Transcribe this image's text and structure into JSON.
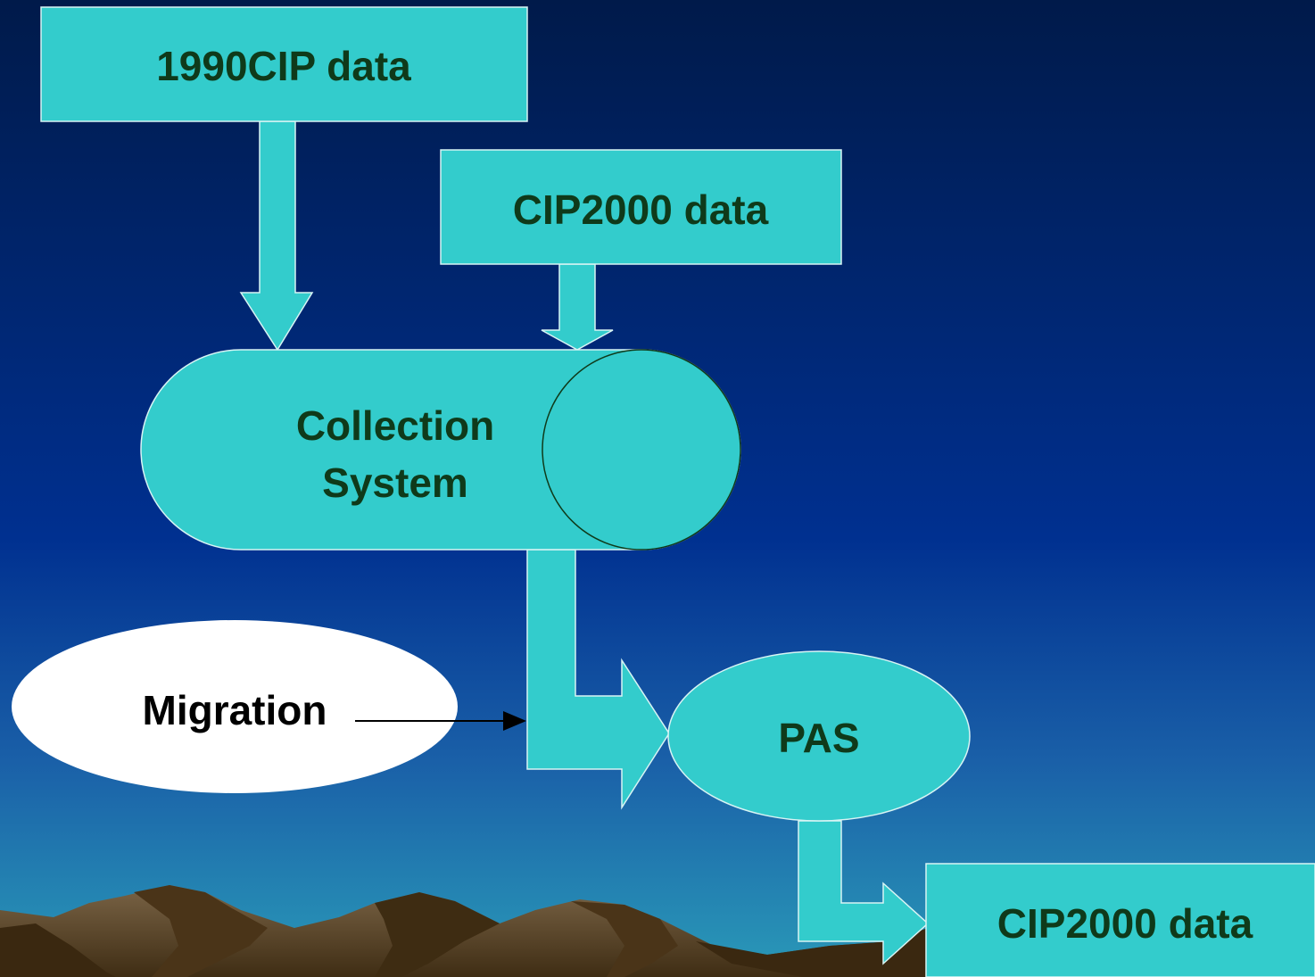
{
  "nodes": {
    "source_1990": "1990CIP data",
    "source_2000": "CIP2000 data",
    "collection_line1": "Collection",
    "collection_line2": "System",
    "migration": "Migration",
    "pas": "PAS",
    "output": "CIP2000 data"
  },
  "colors": {
    "node_fill": "#33cccc",
    "node_text": "#0f3a1a",
    "migration_fill": "#ffffff",
    "sky_top": "#001a4a",
    "sky_bottom": "#2a9ab8",
    "mountain": "#4a3618"
  }
}
